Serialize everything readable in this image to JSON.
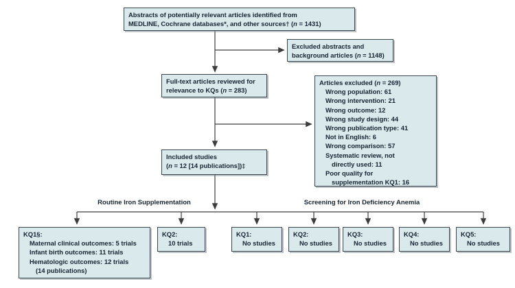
{
  "colors": {
    "box_fill": "#d9e9ec",
    "box_border": "#39444c",
    "text": "#15242f",
    "line": "#3d3d3d"
  },
  "flow": {
    "abstracts": {
      "line1": "Abstracts of potentially relevant articles identified from",
      "line2": "MEDLINE, Cochrane databases*, and other sources† (n = 1431)"
    },
    "excluded_abstracts": {
      "line1": "Excluded abstracts and",
      "line2": "background articles (n = 1148)"
    },
    "fulltext": {
      "line1": "Full-text articles reviewed for",
      "line2": "relevance to KQs (n = 283)"
    },
    "articles_excluded": {
      "header": "Articles excluded (n = 269)",
      "items": [
        "Wrong population: 61",
        "Wrong intervention: 21",
        "Wrong outcome: 12",
        "Wrong study design: 44",
        "Wrong publication type: 41",
        "Not in English: 6",
        "Wrong comparison: 57",
        "Systematic review, not",
        "directly used: 11",
        "Poor quality for",
        "supplementation KQ1: 16"
      ]
    },
    "included": {
      "line1": "Included studies",
      "line2": "(n = 12 [14 publications])‡"
    },
    "branch_labels": {
      "left": "Routine Iron Supplementation",
      "right": "Screening for Iron Deficiency Anemia"
    },
    "kq1_detail": {
      "header": "KQ1§:",
      "items": [
        "Maternal clinical outcomes: 5 trials",
        "Infant birth outcomes: 11 trials",
        "Hematologic outcomes: 12 trials",
        "(14 publications)"
      ]
    },
    "kq2_trials": {
      "title": "KQ2:",
      "value": "10 trials"
    },
    "screening_boxes": [
      {
        "title": "KQ1:",
        "value": "No studies"
      },
      {
        "title": "KQ2:",
        "value": "No studies"
      },
      {
        "title": "KQ3:",
        "value": "No studies"
      },
      {
        "title": "KQ4:",
        "value": "No studies"
      },
      {
        "title": "KQ5:",
        "value": "No studies"
      }
    ]
  }
}
